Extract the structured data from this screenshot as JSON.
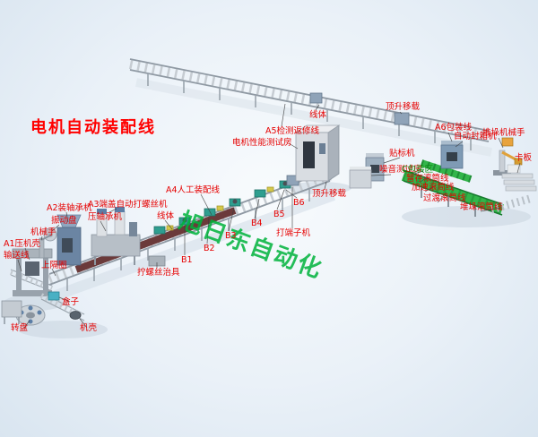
{
  "title": "电机自动装配线",
  "watermark": "旭日东自动化",
  "colors": {
    "title_red": "#ff0000",
    "label_red": "#e60000",
    "watermark_green": "#00b33c",
    "packing_conveyor_green": "#33b54a",
    "belt_brown": "#6b3a3a",
    "pallet_teal": "#2e9e8f"
  },
  "labels": [
    {
      "text": "A2装轴承机"
    },
    {
      "text": "振动盘"
    },
    {
      "text": "机械手"
    },
    {
      "text": "A1压机壳"
    },
    {
      "text": "输送线"
    },
    {
      "text": "上隔圈"
    },
    {
      "text": "A3端盖自动打螺丝机"
    },
    {
      "text": "压轴承机"
    },
    {
      "text": "A4人工装配线"
    },
    {
      "text": "线体"
    },
    {
      "text": "拧螺丝治具"
    },
    {
      "text": "B1"
    },
    {
      "text": "B2"
    },
    {
      "text": "B3"
    },
    {
      "text": "B4"
    },
    {
      "text": "B5"
    },
    {
      "text": "B6"
    },
    {
      "text": "打端子机"
    },
    {
      "text": "顶升移载"
    },
    {
      "text": "A5检测返修线"
    },
    {
      "text": "电机性能测试房"
    },
    {
      "text": "线体"
    },
    {
      "text": "顶升移载"
    },
    {
      "text": "A6包装线"
    },
    {
      "text": "自动封箱机"
    },
    {
      "text": "堆垛机械手"
    },
    {
      "text": "卡板"
    },
    {
      "text": "贴标机"
    },
    {
      "text": "噪音测试房"
    },
    {
      "text": "C包装区"
    },
    {
      "text": "暂存滚筒线"
    },
    {
      "text": "加速滚筒线"
    },
    {
      "text": "过渡滚筒线"
    },
    {
      "text": "堆垛滚筒线"
    },
    {
      "text": "盒子"
    },
    {
      "text": "机壳"
    },
    {
      "text": "转盘"
    }
  ]
}
